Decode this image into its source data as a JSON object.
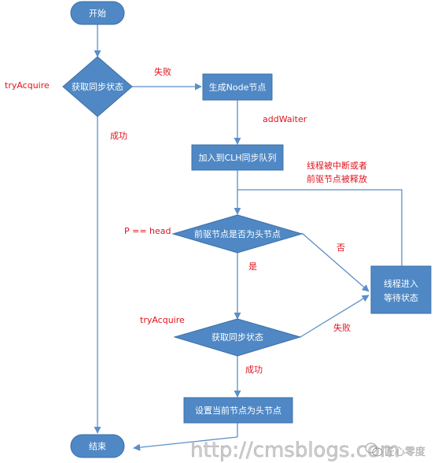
{
  "nodes": {
    "start": "开始",
    "acquire1": "获取同步状态",
    "create_node": "生成Node节点",
    "enqueue": "加入到CLH同步队列",
    "is_pred_head": "前驱节点是否为头节点",
    "acquire2": "获取同步状态",
    "wait": [
      "线程进入",
      "等待状态"
    ],
    "set_head": "设置当前节点为头节点",
    "end": "结束"
  },
  "labels": {
    "try_acquire_1": "tryAcquire",
    "fail_1": "失败",
    "success_1": "成功",
    "add_waiter": "addWaiter",
    "interrupt_note": [
      "线程被中断或者",
      "前驱节点被释放"
    ],
    "p_head": "P == head",
    "no": "否",
    "yes": "是",
    "try_acquire_2": "tryAcquire",
    "fail_2": "失败",
    "success_2": "成功"
  },
  "watermark": {
    "url": "http://cmsblogs.com",
    "account": "匠心零度"
  },
  "colors": {
    "node_fill": "#4f88c5",
    "node_stroke": "#3c6fa7",
    "arrow": "#5b8fc8",
    "label_red": "#e0141e"
  }
}
